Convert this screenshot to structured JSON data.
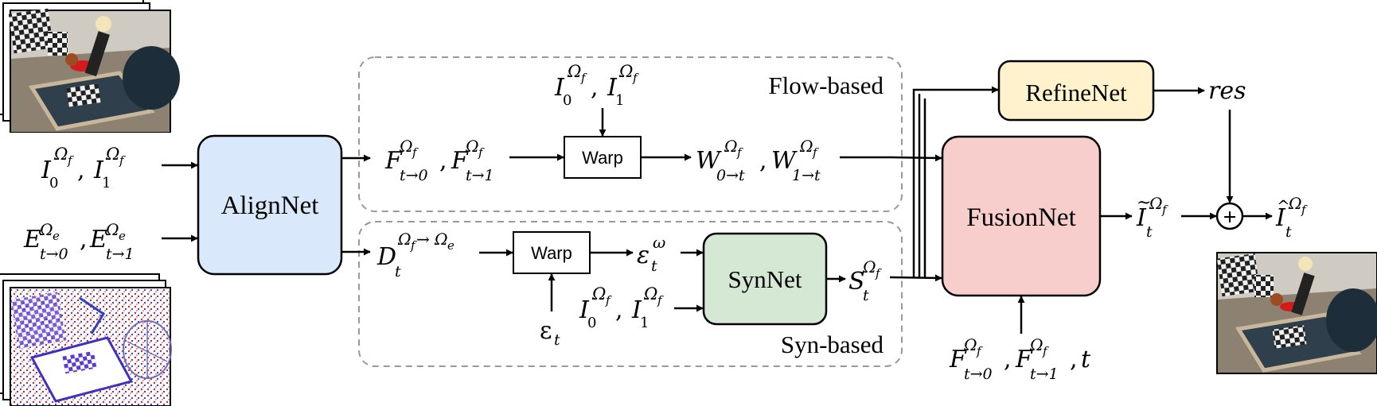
{
  "diagram": {
    "nodes": {
      "alignnet": "AlignNet",
      "warp_top": "Warp",
      "warp_bottom": "Warp",
      "synnet": "SynNet",
      "refinenet": "RefineNet",
      "fusionnet": "FusionNet"
    },
    "groups": {
      "flow": "Flow-based",
      "syn": "Syn-based"
    },
    "symbols": {
      "plus": "+",
      "res": "res",
      "I": "I",
      "E": "E",
      "F": "F",
      "W": "W",
      "D": "D",
      "S": "S",
      "eps": "ε",
      "Omega_f": "Ω",
      "f": "f",
      "e": "e",
      "t": "t",
      "zero": "0",
      "one": "1",
      "comma": ",",
      "arrow": "→",
      "omega": "ω",
      "to0": "t→0",
      "to1": "t→1",
      "w0": "0→t",
      "w1": "1→t",
      "tilde": "~",
      "hat": "^"
    }
  },
  "colors": {
    "alignnet": "#dae8fc",
    "synnet": "#d5e8d4",
    "refinenet": "#fff2cc",
    "fusionnet": "#f8cecc",
    "line": "#000000",
    "dash": "#999999"
  },
  "icons": [
    "camera-frame-stack-icon",
    "event-frame-stack-icon",
    "output-frame-icon"
  ]
}
